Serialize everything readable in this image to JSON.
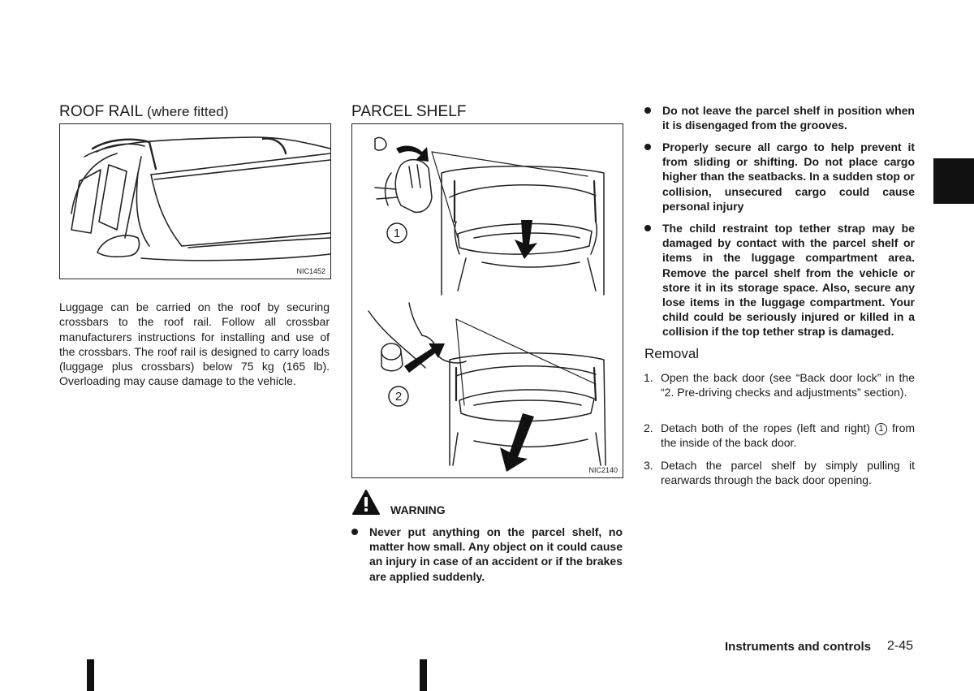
{
  "left": {
    "heading_main": "ROOF RAIL",
    "heading_note": "(where fitted)",
    "figure_code": "NIC1452",
    "paragraph": "Luggage can be carried on the roof by securing crossbars to the roof rail. Follow all crossbar manufacturers instructions for installing and use of the crossbars. The roof rail is designed to carry loads (luggage plus crossbars) below 75 kg (165 lb). Overloading may cause damage to the vehicle."
  },
  "middle": {
    "heading": "PARCEL SHELF",
    "figure_code": "NIC2140",
    "callouts": [
      "1",
      "2"
    ],
    "warning_title": "WARNING",
    "warning_bullet": "Never put anything on the parcel shelf, no matter how small. Any object on it could cause an injury in case of an accident or if the brakes are applied suddenly."
  },
  "right": {
    "bullets": [
      "Do not leave the parcel shelf in position when it is disengaged from the grooves.",
      "Properly secure all cargo to help prevent it from sliding or shifting. Do not place cargo higher than the seatbacks. In a sudden stop or collision, unsecured cargo could cause personal injury",
      "The child restraint top tether strap may be damaged by contact with the parcel shelf or items in the luggage compartment area. Remove the parcel shelf from the vehicle or store it in its storage space. Also, secure any lose items in the luggage compartment. Your child could be seriously injured or killed in a collision if the top tether strap is damaged."
    ],
    "removal_heading": "Removal",
    "steps": [
      {
        "num": "1.",
        "text": "Open the back door (see “Back door lock” in the “2. Pre-driving checks and adjustments” section)."
      },
      {
        "num": "2.",
        "text_before": "Detach both of the ropes (left and right)",
        "ref": "1",
        "text_after": "from the inside of the back door."
      },
      {
        "num": "3.",
        "text": "Detach the parcel shelf by simply pulling it rearwards through the back door opening."
      }
    ]
  },
  "footer": {
    "section": "Instruments and controls",
    "page": "2-45"
  },
  "colors": {
    "ink": "#1a1a1a",
    "tab": "#111111"
  }
}
